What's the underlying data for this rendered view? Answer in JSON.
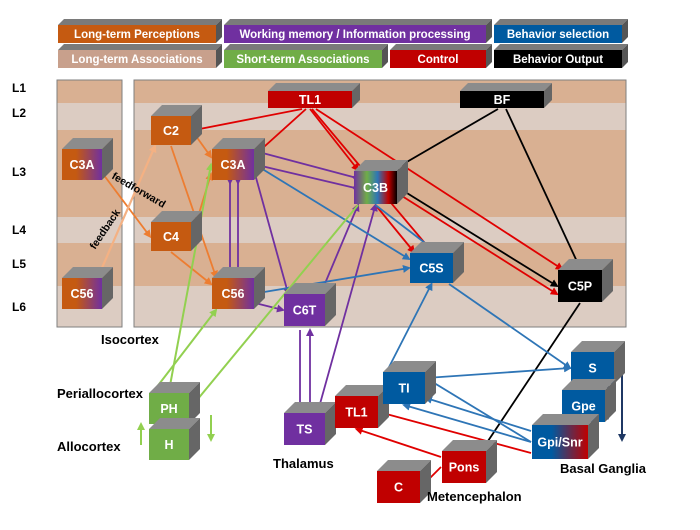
{
  "legend": [
    {
      "key": "lt-perceptions",
      "label": "Long-term Perceptions",
      "face": "#c55a11",
      "side": "#6e6e6e"
    },
    {
      "key": "working-memory",
      "label": "Working memory / Information processing",
      "face": "#7030a0",
      "side": "#6e6e6e"
    },
    {
      "key": "behavior-selection",
      "label": "Behavior selection",
      "face": "#005aa0",
      "side": "#6e6e6e"
    },
    {
      "key": "lt-associations",
      "label": "Long-term Associations",
      "face": "#c8a08c",
      "side": "#6e6e6e"
    },
    {
      "key": "st-associations",
      "label": "Short-term Associations",
      "face": "#70ad47",
      "side": "#6e6e6e"
    },
    {
      "key": "control",
      "label": "Control",
      "face": "#c00000",
      "side": "#6e6e6e"
    },
    {
      "key": "behavior-output",
      "label": "Behavior Output",
      "face": "#000000",
      "side": "#6e6e6e"
    }
  ],
  "layers": [
    "L1",
    "L2",
    "L3",
    "L4",
    "L5",
    "L6"
  ],
  "region_labels": {
    "isocortex": "Isocortex",
    "periallocortex": "Periallocortex",
    "allocortex": "Allocortex",
    "thalamus": "Thalamus",
    "basal_ganglia": "Basal Ganglia",
    "metencephalon": "Metencephalon"
  },
  "edge_labels": {
    "feedforward": "feedforward",
    "feedback": "feedback"
  },
  "nodes": [
    {
      "id": "TL1c",
      "label": "TL1",
      "face": "#c00000"
    },
    {
      "id": "BF",
      "label": "BF",
      "face": "#000000"
    },
    {
      "id": "C2",
      "label": "C2",
      "face": "#c55a11"
    },
    {
      "id": "C3A",
      "label": "C3A",
      "face": "#c55a11",
      "face2": "#7030a0"
    },
    {
      "id": "C3B",
      "label": "C3B",
      "gradient": true
    },
    {
      "id": "C3Aleft",
      "label": "C3A",
      "face": "#c55a11",
      "face2": "#7030a0"
    },
    {
      "id": "C4",
      "label": "C4",
      "face": "#c55a11"
    },
    {
      "id": "C56",
      "label": "C56",
      "face": "#c55a11",
      "face2": "#7030a0"
    },
    {
      "id": "C56left",
      "label": "C56",
      "face": "#c55a11",
      "face2": "#7030a0"
    },
    {
      "id": "C6T",
      "label": "C6T",
      "face": "#7030a0"
    },
    {
      "id": "C5S",
      "label": "C5S",
      "face": "#005aa0"
    },
    {
      "id": "C5P",
      "label": "C5P",
      "face": "#000000"
    },
    {
      "id": "PH",
      "label": "PH",
      "face": "#70ad47"
    },
    {
      "id": "H",
      "label": "H",
      "face": "#70ad47"
    },
    {
      "id": "TS",
      "label": "TS",
      "face": "#7030a0"
    },
    {
      "id": "TL1t",
      "label": "TL1",
      "face": "#c00000"
    },
    {
      "id": "TI",
      "label": "TI",
      "face": "#005aa0"
    },
    {
      "id": "S",
      "label": "S",
      "face": "#005aa0"
    },
    {
      "id": "Gpe",
      "label": "Gpe",
      "face": "#005aa0"
    },
    {
      "id": "GpiSnr",
      "label": "Gpi/Snr",
      "face": "#005aa0",
      "face2": "#c00000"
    },
    {
      "id": "Pons",
      "label": "Pons",
      "face": "#c00000"
    },
    {
      "id": "C",
      "label": "C",
      "face": "#c00000"
    }
  ],
  "colors": {
    "red": "#e00000",
    "black": "#000000",
    "purple": "#7030a0",
    "blue": "#2e75b6",
    "orange": "#ed7d31",
    "peach": "#f4b183",
    "green": "#92d050",
    "navy": "#1f3864",
    "band_dark": "#d9b092",
    "band_light": "#dcccc2"
  }
}
